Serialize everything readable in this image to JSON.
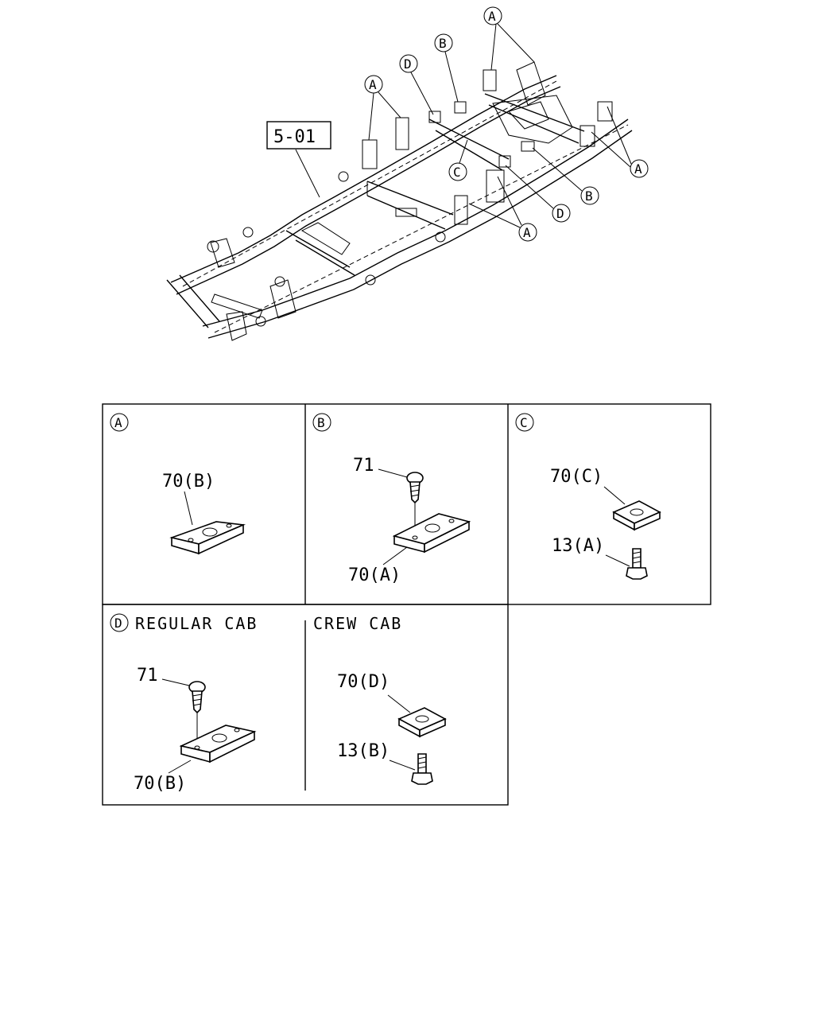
{
  "frame": {
    "ref_box": "5-01",
    "callouts": {
      "a1": "A",
      "a2": "A",
      "a3": "A",
      "a4": "A",
      "b1": "B",
      "b2": "B",
      "c1": "C",
      "d1": "D",
      "d2": "D"
    }
  },
  "panels": {
    "a": {
      "circle": "A",
      "part_label": "70(B)"
    },
    "b": {
      "circle": "B",
      "screw_label": "71",
      "plate_label": "70(A)"
    },
    "c": {
      "circle": "C",
      "plate_label": "70(C)",
      "bolt_label": "13(A)"
    },
    "d": {
      "circle": "D",
      "regular_title": "REGULAR CAB",
      "crew_title": "CREW CAB",
      "screw_label": "71",
      "plate_label": "70(B)",
      "crew_plate_label": "70(D)",
      "crew_bolt_label": "13(B)"
    }
  }
}
